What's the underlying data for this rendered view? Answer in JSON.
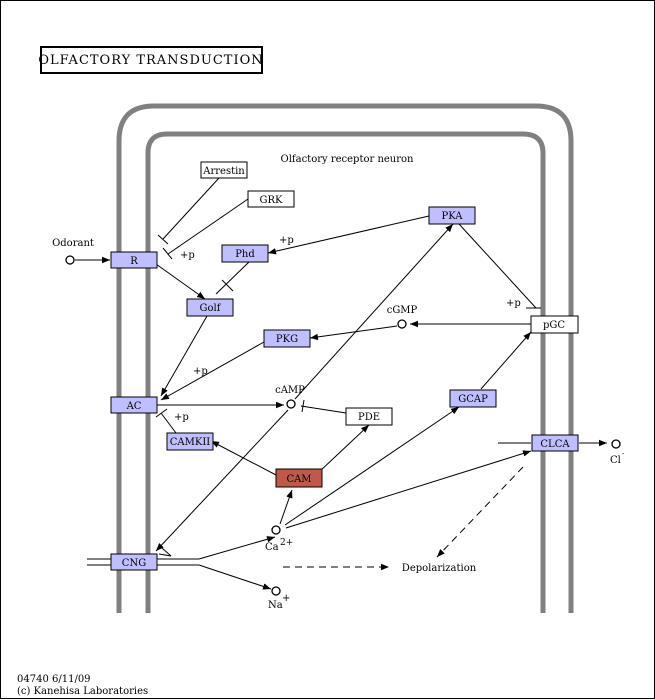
{
  "title": "OLFACTORY TRANSDUCTION",
  "cell_label": "Olfactory receptor neuron",
  "footer": {
    "line1": "04740 6/11/09",
    "line2": "(c) Kanehisa Laboratories"
  },
  "colors": {
    "gene_box": "#bfbfff",
    "highlighted_gene": "#bf5a4a",
    "membrane": "#808080",
    "other_box": "#ffffff"
  },
  "genes": {
    "R": "R",
    "Phd": "Phd",
    "Golf": "Golf",
    "PKA": "PKA",
    "PKG": "PKG",
    "AC": "AC",
    "CAMKII": "CAMKII",
    "CAM": "CAM",
    "GCAP": "GCAP",
    "CLCA": "CLCA",
    "CNG": "CNG"
  },
  "others": {
    "Arrestin": "Arrestin",
    "GRK": "GRK",
    "pGC": "pGC",
    "PDE": "PDE"
  },
  "compounds": {
    "Odorant": "Odorant",
    "cGMP": "cGMP",
    "cAMP": "cAMP",
    "Ca": "Ca",
    "Ca_charge": "2+",
    "Na": "Na",
    "Na_charge": "+",
    "Cl": "Cl",
    "Cl_charge": "-",
    "Depolarization": "Depolarization"
  },
  "edge_labels": {
    "p_R": "+p",
    "p_Phd": "+p",
    "p_pGC": "+p",
    "p_PKG": "+p",
    "p_AC": "+p"
  }
}
